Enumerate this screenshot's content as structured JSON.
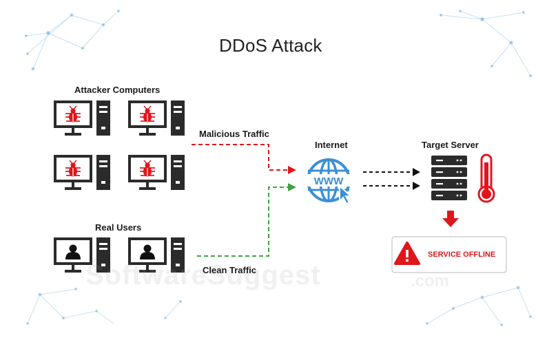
{
  "title": "DDoS Attack",
  "labels": {
    "attackers": "Attacker Computers",
    "real_users": "Real Users",
    "malicious": "Malicious Traffic",
    "clean": "Clean Traffic",
    "internet": "Internet",
    "target": "Target Server",
    "www": "WWW"
  },
  "status": {
    "service_offline": "SERVICE OFFLINE"
  },
  "watermark": {
    "brand": "SoftwareSuggest",
    "suffix": ".com"
  },
  "colors": {
    "malicious": "#e0161b",
    "clean": "#3ea13e",
    "internet": "#3a8fd6",
    "dark": "#2b2b2b",
    "alert": "#e0161b"
  }
}
